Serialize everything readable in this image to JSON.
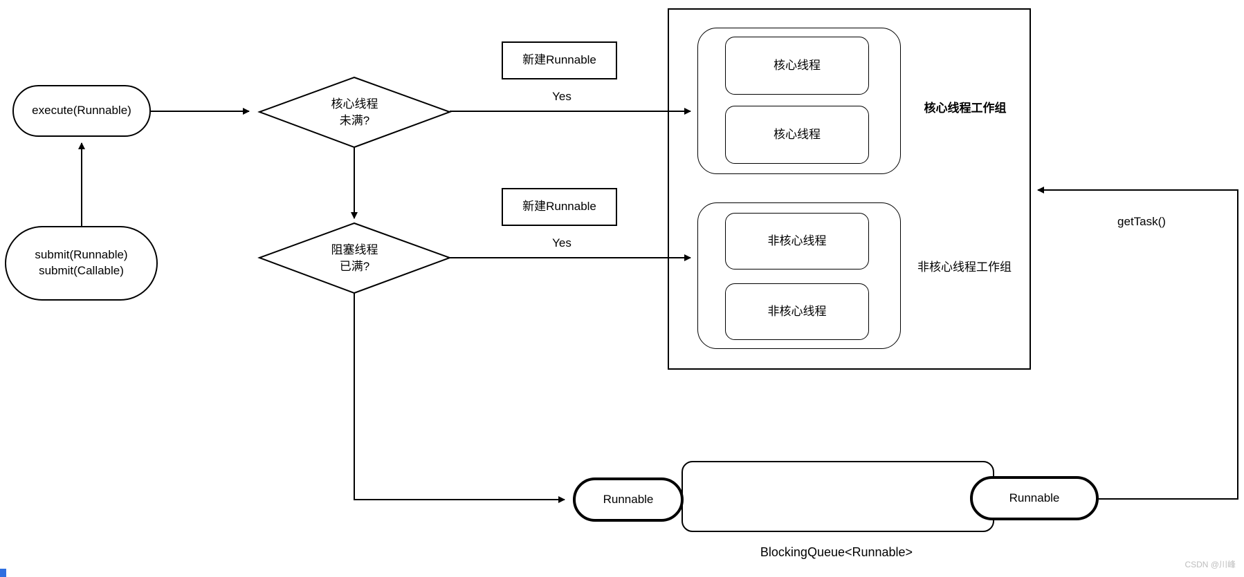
{
  "nodes": {
    "execute": {
      "label": "execute(Runnable)"
    },
    "submit": {
      "line1": "submit(Runnable)",
      "line2": "submit(Callable)"
    },
    "decision_core": {
      "line1": "核心线程",
      "line2": "未满?"
    },
    "decision_queue": {
      "line1": "阻塞线程",
      "line2": "已满?"
    },
    "new_runnable_top": {
      "label": "新建Runnable"
    },
    "new_runnable_bottom": {
      "label": "新建Runnable"
    },
    "core_thread_1": {
      "label": "核心线程"
    },
    "core_thread_2": {
      "label": "核心线程"
    },
    "core_group_label": "核心线程工作组",
    "noncore_thread_1": {
      "label": "非核心线程"
    },
    "noncore_thread_2": {
      "label": "非核心线程"
    },
    "noncore_group_label": "非核心线程工作组",
    "runnable_left": {
      "label": "Runnable"
    },
    "runnable_right": {
      "label": "Runnable"
    },
    "queue_label": "BlockingQueue<Runnable>"
  },
  "edges": {
    "yes_top": "Yes",
    "yes_bottom": "Yes",
    "get_task": "getTask()"
  },
  "watermark": "CSDN @川峰",
  "colors": {
    "stroke": "#000000",
    "background": "#ffffff",
    "watermark": "#bdbdbd",
    "corner_mark": "#2f6fe0"
  }
}
